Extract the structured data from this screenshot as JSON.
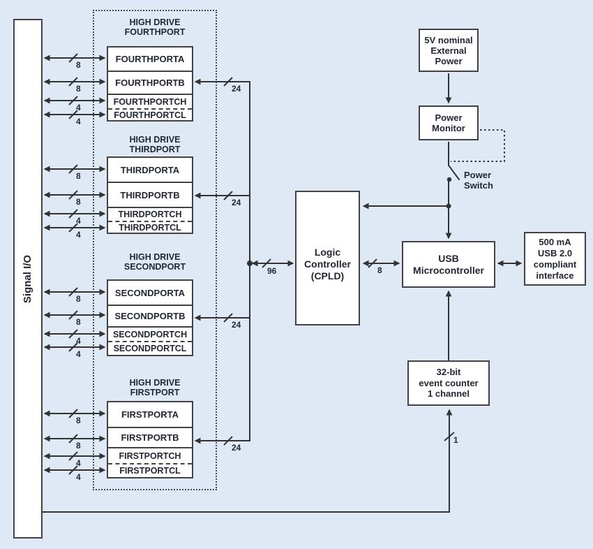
{
  "colors": {
    "background": "#dfe9f5",
    "box_fill": "#ffffff",
    "box_border": "#424242",
    "wire": "#333333",
    "text": "#222733"
  },
  "signal_io": {
    "label": "Signal I/O"
  },
  "port_groups": [
    {
      "title": [
        "HIGH DRIVE",
        "FOURTHPORT"
      ],
      "rows": [
        {
          "label": "FOURTHPORTA",
          "width": "8"
        },
        {
          "label": "FOURTHPORTB",
          "width": "8"
        },
        {
          "label": "FOURTHPORTCH",
          "width": "4"
        },
        {
          "label": "FOURTHPORTCL",
          "width": "4"
        }
      ],
      "bus_width": "24"
    },
    {
      "title": [
        "HIGH DRIVE",
        "THIRDPORT"
      ],
      "rows": [
        {
          "label": "THIRDPORTA",
          "width": "8"
        },
        {
          "label": "THIRDPORTB",
          "width": "8"
        },
        {
          "label": "THIRDPORTCH",
          "width": "4"
        },
        {
          "label": "THIRDPORTCL",
          "width": "4"
        }
      ],
      "bus_width": "24"
    },
    {
      "title": [
        "HIGH DRIVE",
        "SECONDPORT"
      ],
      "rows": [
        {
          "label": "SECONDPORTA",
          "width": "8"
        },
        {
          "label": "SECONDPORTB",
          "width": "8"
        },
        {
          "label": "SECONDPORTCH",
          "width": "4"
        },
        {
          "label": "SECONDPORTCL",
          "width": "4"
        }
      ],
      "bus_width": "24"
    },
    {
      "title": [
        "HIGH DRIVE",
        "FIRSTPORT"
      ],
      "rows": [
        {
          "label": "FIRSTPORTA",
          "width": "8"
        },
        {
          "label": "FIRSTPORTB",
          "width": "8"
        },
        {
          "label": "FIRSTPORTCH",
          "width": "4"
        },
        {
          "label": "FIRSTPORTCL",
          "width": "4"
        }
      ],
      "bus_width": "24"
    }
  ],
  "logic_controller": {
    "lines": [
      "Logic",
      "Controller",
      "(CPLD)"
    ]
  },
  "usb_microcontroller": {
    "lines": [
      "USB",
      "Microcontroller"
    ]
  },
  "external_power": {
    "lines": [
      "5V nominal",
      "External",
      "Power"
    ]
  },
  "power_monitor": {
    "lines": [
      "Power",
      "Monitor"
    ]
  },
  "power_switch": {
    "lines": [
      "Power",
      "Switch"
    ]
  },
  "event_counter": {
    "lines": [
      "32-bit",
      "event counter",
      "1 channel"
    ]
  },
  "usb_interface": {
    "lines": [
      "500 mA",
      "USB 2.0",
      "compliant",
      "interface"
    ]
  },
  "bus_labels": {
    "cpld_bus": "96",
    "usb_bus": "8",
    "counter_bus": "1"
  }
}
